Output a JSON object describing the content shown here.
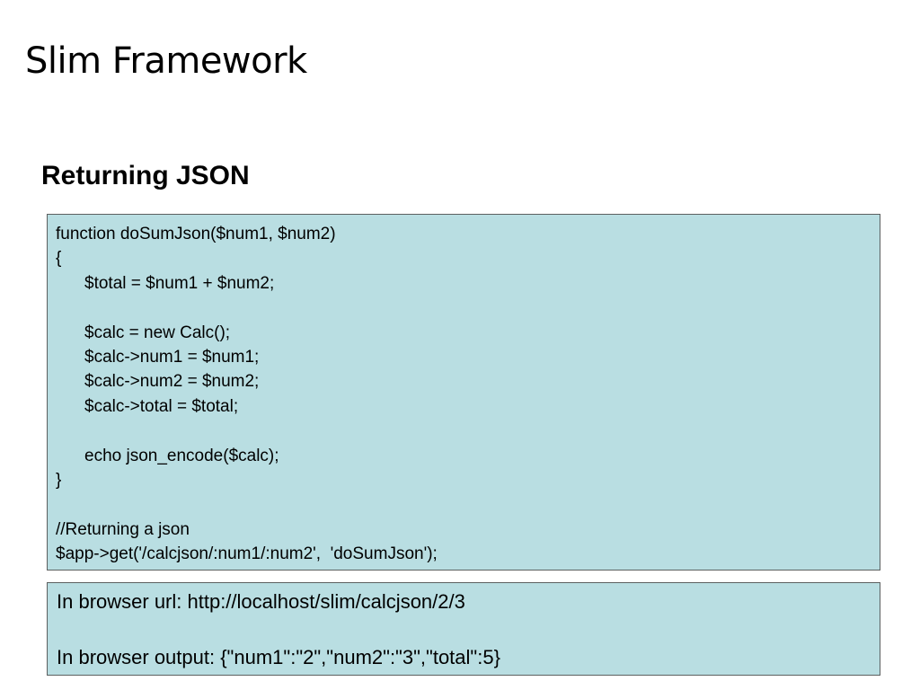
{
  "slide": {
    "title": "Slim Framework",
    "subtitle": "Returning JSON"
  },
  "code_box": {
    "lines": [
      {
        "text": "function doSumJson($num1, $num2)",
        "indent": false
      },
      {
        "text": "{",
        "indent": false
      },
      {
        "text": "$total = $num1 + $num2;",
        "indent": true
      },
      {
        "text": "",
        "indent": false
      },
      {
        "text": "$calc = new Calc();",
        "indent": true
      },
      {
        "text": "$calc->num1 = $num1;",
        "indent": true
      },
      {
        "text": "$calc->num2 = $num2;",
        "indent": true
      },
      {
        "text": "$calc->total = $total;",
        "indent": true
      },
      {
        "text": "",
        "indent": false
      },
      {
        "text": "echo json_encode($calc);",
        "indent": true
      },
      {
        "text": "}",
        "indent": false
      },
      {
        "text": "",
        "indent": false
      },
      {
        "text": "//Returning a json",
        "indent": false
      },
      {
        "text": "$app->get('/calcjson/:num1/:num2',  'doSumJson');",
        "indent": false
      }
    ]
  },
  "output_box": {
    "url_line": "In browser url: http://localhost/slim/calcjson/2/3",
    "output_line": "In browser output: {\"num1\":\"2\",\"num2\":\"3\",\"total\":5}"
  },
  "colors": {
    "box_fill": "#b9dee2",
    "box_border": "#5c6060"
  }
}
